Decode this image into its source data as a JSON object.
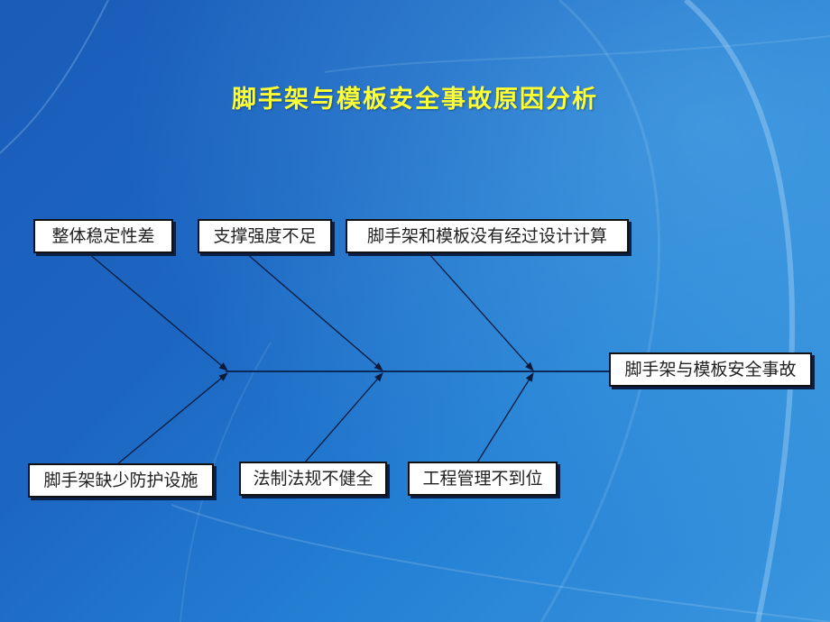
{
  "title": "脚手架与模板安全事故原因分析",
  "effect": "脚手架与模板安全事故",
  "causes_top": [
    {
      "label": "整体稳定性差"
    },
    {
      "label": "支撑强度不足"
    },
    {
      "label": "脚手架和模板没有经过设计计算"
    }
  ],
  "causes_bottom": [
    {
      "label": "脚手架缺少防护设施"
    },
    {
      "label": "法制法规不健全"
    },
    {
      "label": "工程管理不到位"
    }
  ],
  "colors": {
    "title": "#ffff33",
    "background": "#1c66c2",
    "box_fill": "#ffffff",
    "line": "#0a1a3a"
  }
}
